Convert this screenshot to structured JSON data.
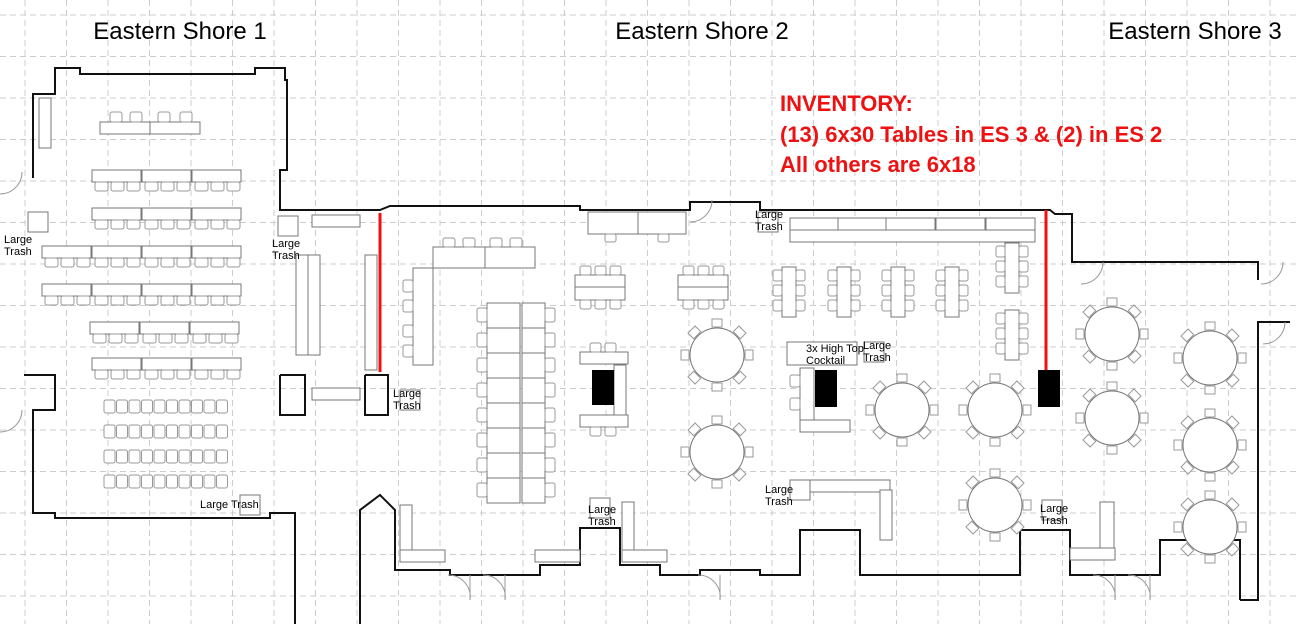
{
  "rooms": [
    "Eastern Shore 1",
    "Eastern Shore 2",
    "Eastern Shore 3"
  ],
  "inventory": {
    "title": "INVENTORY:",
    "line1": "(13) 6x30 Tables in ES 3 & (2) in ES 2",
    "line2": "All others are 6x18"
  },
  "labels": {
    "large": "Large",
    "trash": "Trash",
    "large_trash": "Large Trash",
    "hightop1": "3x High Top",
    "hightop2": "Cocktail"
  },
  "colors": {
    "wall": "#111111",
    "furniture": "#777777",
    "grid": "#cccccc",
    "accent": "#ee1111"
  }
}
